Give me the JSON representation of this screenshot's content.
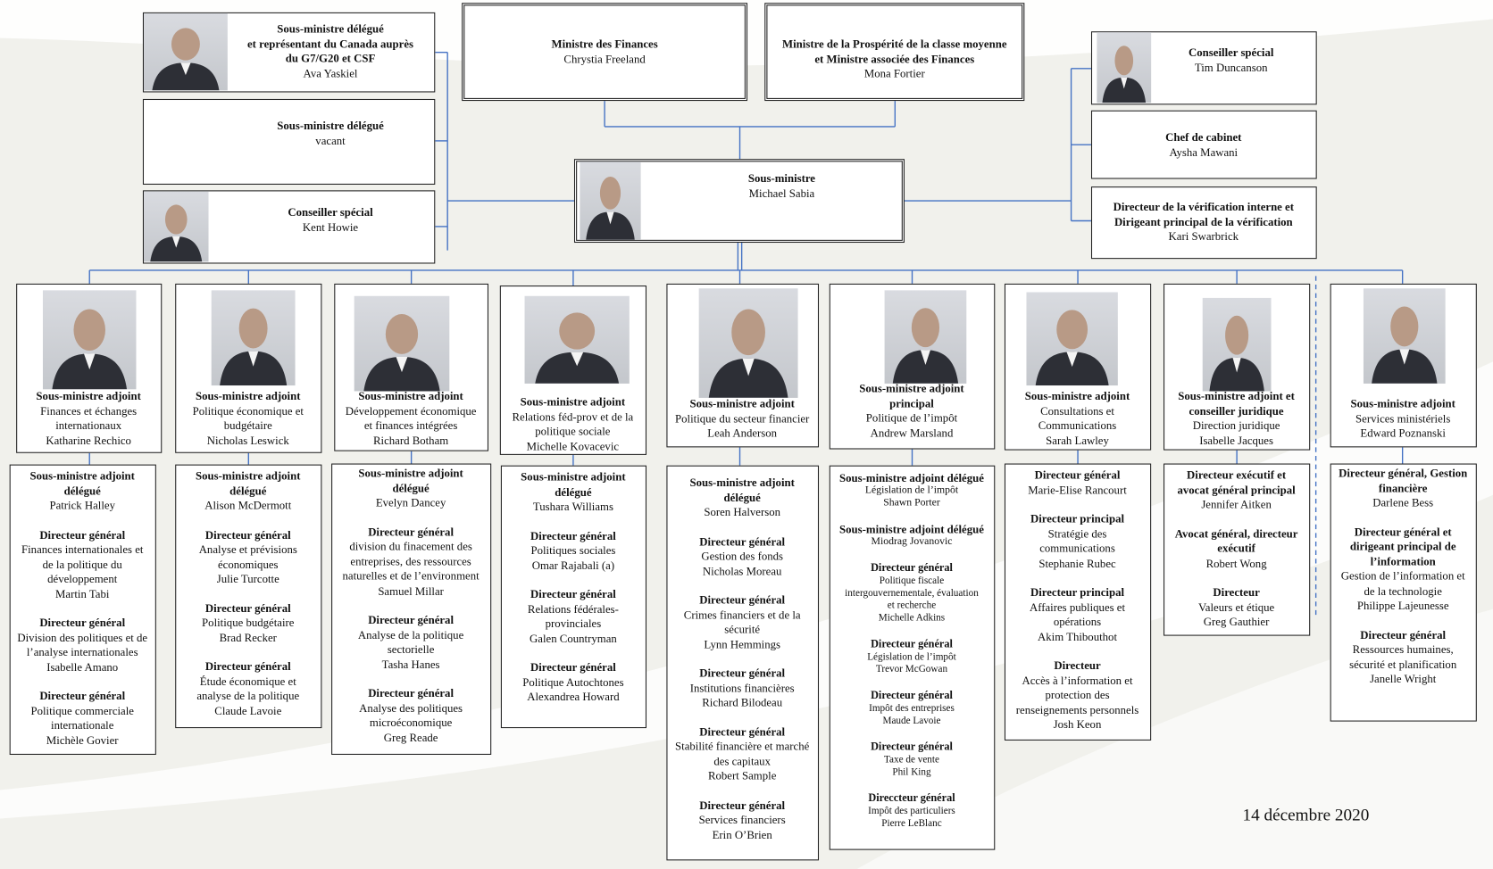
{
  "top_left": [
    {
      "title": "Sous-ministre délégué\net représentant du Canada auprès\ndu G7/G20 et CSF",
      "name": "Ava Yaskiel",
      "photo": true
    },
    {
      "title": "Sous-ministre délégué",
      "name": "vacant",
      "photo": false
    },
    {
      "title": "Conseiller spécial",
      "name": "Kent Howie",
      "photo": true
    }
  ],
  "ministers": [
    {
      "title": "Ministre des Finances",
      "name": "Chrystia Freeland"
    },
    {
      "title": "Ministre de la Prospérité de la classe moyenne\net Ministre associée des Finances",
      "name": "Mona Fortier"
    }
  ],
  "deputy": {
    "title": "Sous-ministre",
    "name": "Michael Sabia",
    "photo": true
  },
  "top_right": [
    {
      "title": "Conseiller spécial",
      "name": "Tim Duncanson",
      "photo": true
    },
    {
      "title": "Chef de cabinet",
      "name": "Aysha Mawani",
      "photo": false
    },
    {
      "title": "Directeur de la vérification interne et\nDirigeant principal de la vérification",
      "name": "Kari Swarbrick",
      "photo": false
    }
  ],
  "columns": [
    {
      "head": {
        "title": "Sous-ministre adjoint",
        "detail": "Finances et échanges\ninternationaux",
        "name": "Katharine Rechico"
      },
      "reports": [
        {
          "title": "Sous-ministre adjoint\ndélégué",
          "detail": "",
          "name": "Patrick Halley"
        },
        {
          "title": "Directeur général",
          "detail": "Finances internationales et\nde la politique du\ndéveloppement",
          "name": "Martin Tabi"
        },
        {
          "title": "Directeur général",
          "detail": "Division des politiques et de\nl’analyse internationales",
          "name": "Isabelle Amano"
        },
        {
          "title": "Directeur général",
          "detail": "Politique commerciale\ninternationale",
          "name": "Michèle Govier"
        }
      ]
    },
    {
      "head": {
        "title": "Sous-ministre adjoint",
        "detail": "Politique économique et\nbudgétaire",
        "name": "Nicholas Leswick"
      },
      "reports": [
        {
          "title": "Sous-ministre adjoint\ndélégué",
          "detail": "",
          "name": "Alison McDermott"
        },
        {
          "title": "Directeur général",
          "detail": "Analyse et prévisions\néconomiques",
          "name": "Julie Turcotte"
        },
        {
          "title": "Directeur général",
          "detail": "Politique budgétaire",
          "name": "Brad Recker"
        },
        {
          "title": "Directeur général",
          "detail": "Étude économique et\nanalyse de la politique",
          "name": "Claude Lavoie"
        }
      ]
    },
    {
      "head": {
        "title": "Sous-ministre adjoint",
        "detail": "Développement économique\net finances intégrées",
        "name": "Richard Botham"
      },
      "reports": [
        {
          "title": "Sous-ministre adjoint\ndélégué",
          "detail": "",
          "name": "Evelyn Dancey"
        },
        {
          "title": "Directeur général",
          "detail": "division du finacement des\nentreprises, des ressources\nnaturelles et de l’environment",
          "name": "Samuel Millar"
        },
        {
          "title": "Directeur général",
          "detail": "Analyse de la politique\nsectorielle",
          "name": "Tasha Hanes"
        },
        {
          "title": "Directeur général",
          "detail": "Analyse des politiques\nmicroéconomique",
          "name": "Greg Reade"
        }
      ]
    },
    {
      "head": {
        "title": "Sous-ministre adjoint",
        "detail": "Relations féd-prov et de la\npolitique sociale",
        "name": "Michelle Kovacevic"
      },
      "reports": [
        {
          "title": "Sous-ministre adjoint\ndélégué",
          "detail": "",
          "name": "Tushara Williams"
        },
        {
          "title": "Directeur général",
          "detail": "Politiques sociales",
          "name": "Omar Rajabali (a)"
        },
        {
          "title": "Directeur général",
          "detail": "Relations fédérales-\nprovinciales",
          "name": "Galen Countryman"
        },
        {
          "title": "Directeur général",
          "detail": "Politique Autochtones",
          "name": "Alexandrea Howard"
        }
      ]
    },
    {
      "head": {
        "title": "Sous-ministre adjoint",
        "detail": "Politique du secteur financier",
        "name": "Leah Anderson"
      },
      "reports": [
        {
          "title": "Sous-ministre adjoint\ndélégué",
          "detail": "",
          "name": "Soren Halverson"
        },
        {
          "title": "Directeur général",
          "detail": "Gestion des fonds",
          "name": "Nicholas Moreau"
        },
        {
          "title": "Directeur général",
          "detail": "Crimes financiers et de la\nsécurité",
          "name": "Lynn Hemmings"
        },
        {
          "title": "Directeur général",
          "detail": "Institutions financières",
          "name": "Richard Bilodeau"
        },
        {
          "title": "Directeur général",
          "detail": "Stabilité financière et marché\ndes capitaux",
          "name": "Robert Sample"
        },
        {
          "title": "Directeur général",
          "detail": "Services financiers",
          "name": "Erin O’Brien"
        }
      ]
    },
    {
      "head": {
        "title": "Sous-ministre adjoint\nprincipal",
        "detail": "Politique de l’impôt",
        "name": "Andrew Marsland"
      },
      "reports": [
        {
          "title": "Sous-ministre adjoint délégué",
          "detail": "Législation de l’impôt",
          "name": "Shawn Porter"
        },
        {
          "title": "Sous-ministre adjoint délégué",
          "detail": "",
          "name": "Miodrag Jovanovic"
        },
        {
          "title": "Directeur général",
          "detail": "Politique fiscale\nintergouvernementale, évaluation\net recherche",
          "name": "Michelle Adkins"
        },
        {
          "title": "Directeur général",
          "detail": "Législation de l’impôt",
          "name": "Trevor McGowan"
        },
        {
          "title": "Directeur général",
          "detail": "Impôt des entreprises",
          "name": "Maude Lavoie"
        },
        {
          "title": "Directeur général",
          "detail": "Taxe de vente",
          "name": "Phil King"
        },
        {
          "title": "Direccteur général",
          "detail": "Impôt des particuliers",
          "name": "Pierre LeBlanc"
        }
      ]
    },
    {
      "head": {
        "title": "Sous-ministre adjoint",
        "detail": "Consultations et\nCommunications",
        "name": "Sarah Lawley"
      },
      "reports": [
        {
          "title": "Directeur général",
          "detail": "",
          "name": "Marie-Elise Rancourt"
        },
        {
          "title": "Directeur principal",
          "detail": "Stratégie des\ncommunications",
          "name": "Stephanie Rubec"
        },
        {
          "title": "Directeur principal",
          "detail": "Affaires publiques et\nopérations",
          "name": "Akim Thibouthot"
        },
        {
          "title": "Directeur",
          "detail": "Accès à l’information et\nprotection des\nrenseignements personnels",
          "name": "Josh Keon"
        }
      ]
    },
    {
      "head": {
        "title": "Sous-ministre adjoint et\nconseiller juridique",
        "detail": "Direction juridique",
        "name": "Isabelle Jacques"
      },
      "reports": [
        {
          "title": "Directeur exécutif et\navocat général principal",
          "detail": "",
          "name": "Jennifer Aitken"
        },
        {
          "title": "Avocat général, directeur\nexécutif",
          "detail": "",
          "name": "Robert Wong"
        },
        {
          "title": "Directeur",
          "detail": "Valeurs et étique",
          "name": "Greg Gauthier"
        }
      ]
    },
    {
      "head": {
        "title": "Sous-ministre adjoint",
        "detail": "Services ministériels",
        "name": "Edward Poznanski"
      },
      "reports": [
        {
          "title": "Directeur général, Gestion\nfinancière",
          "detail": "",
          "name": "Darlene Bess"
        },
        {
          "title": "Directeur général et\ndirigeant principal de\nl’information",
          "detail": "Gestion de l’information et\nde la technologie",
          "name": "Philippe Lajeunesse"
        },
        {
          "title": "Directeur général",
          "detail": "Ressources humaines,\nsécurité et planification",
          "name": "Janelle Wright"
        }
      ]
    }
  ],
  "date": "14 décembre 2020",
  "colors": {
    "connector": "#4472c4",
    "border": "#222222",
    "background": "#f1f1ec"
  }
}
